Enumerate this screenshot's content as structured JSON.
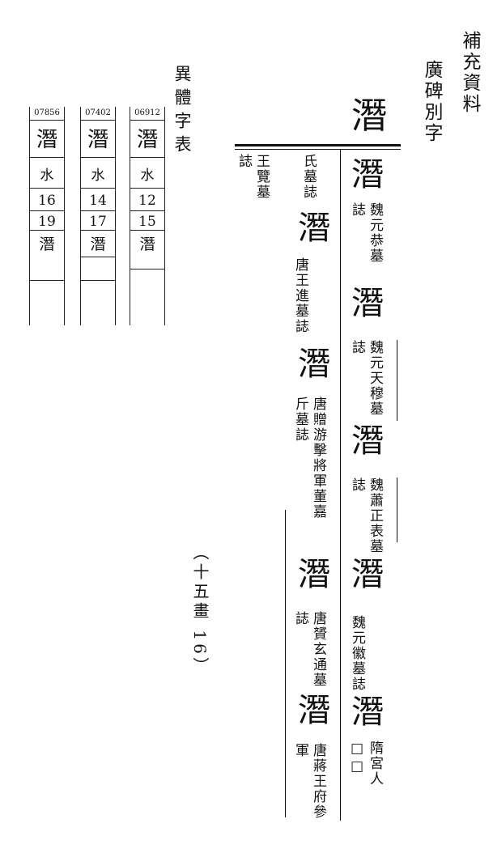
{
  "header": {
    "line1": "補充資料",
    "line2": "廣碑別字"
  },
  "head_char": "潛",
  "entries_right": [
    {
      "glyph": "潛",
      "source": "魏元恭墓誌"
    },
    {
      "glyph": "潛",
      "source": "魏元天穆墓誌"
    },
    {
      "glyph": "潛",
      "source": "魏蕭正表墓誌"
    },
    {
      "glyph": "潛",
      "source": "魏元徽墓誌"
    },
    {
      "glyph": "潛",
      "source": "隋宮人□□"
    }
  ],
  "entries_left": [
    {
      "glyph": "",
      "source": "氏墓誌"
    },
    {
      "glyph": "",
      "source": "王覽墓誌"
    },
    {
      "glyph": "潛",
      "source": "唐王進墓誌"
    },
    {
      "glyph": "潛",
      "source": "唐贈游擊將軍董嘉斤墓誌"
    },
    {
      "glyph": "潛",
      "source": "唐贇玄通墓誌"
    },
    {
      "glyph": "潛",
      "source": "唐蔣王府參軍"
    }
  ],
  "variant_table": {
    "title": "異體字表",
    "columns": [
      {
        "code": "07856",
        "glyph": "潛",
        "radical": "水",
        "n1": "16",
        "n2": "19",
        "form": "潛"
      },
      {
        "code": "07402",
        "glyph": "潛",
        "radical": "水",
        "n1": "14",
        "n2": "17",
        "form": "潛"
      },
      {
        "code": "06912",
        "glyph": "潛",
        "radical": "水",
        "n1": "12",
        "n2": "15",
        "form": "潛"
      }
    ]
  },
  "note": "（十五畫 16）"
}
